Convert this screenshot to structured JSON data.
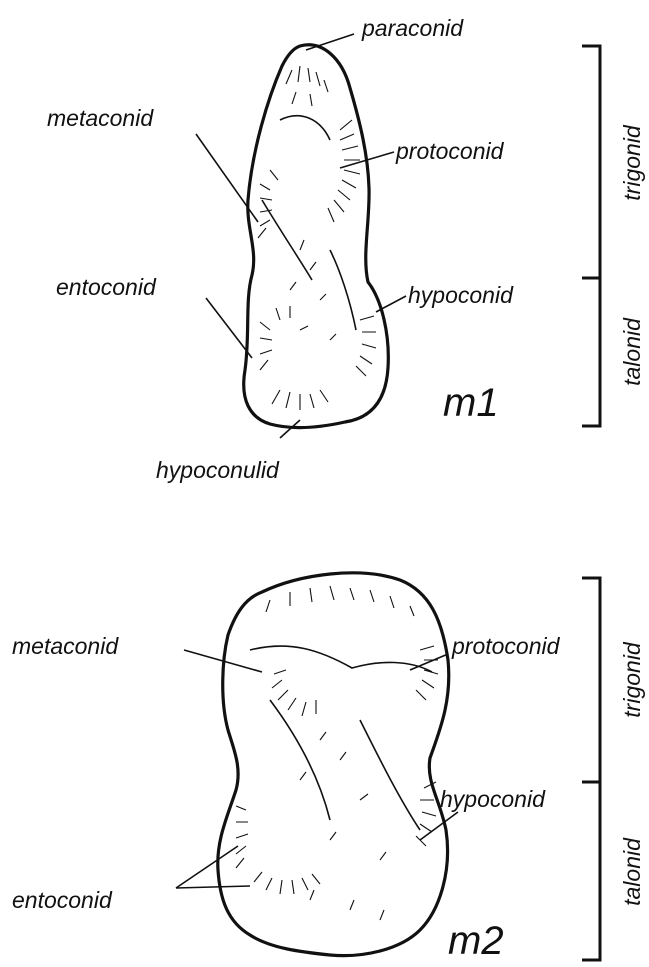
{
  "molars": [
    {
      "id": "m1",
      "label": "m1",
      "cusps": {
        "paraconid": "paraconid",
        "metaconid": "metaconid",
        "protoconid": "protoconid",
        "entoconid": "entoconid",
        "hypoconid": "hypoconid",
        "hypoconulid": "hypoconulid"
      },
      "regions": {
        "trigonid": "trigonid",
        "talonid": "talonid"
      }
    },
    {
      "id": "m2",
      "label": "m2",
      "cusps": {
        "metaconid": "metaconid",
        "protoconid": "protoconid",
        "hypoconid": "hypoconid",
        "entoconid": "entoconid"
      },
      "regions": {
        "trigonid": "trigonid",
        "talonid": "talonid"
      }
    }
  ]
}
